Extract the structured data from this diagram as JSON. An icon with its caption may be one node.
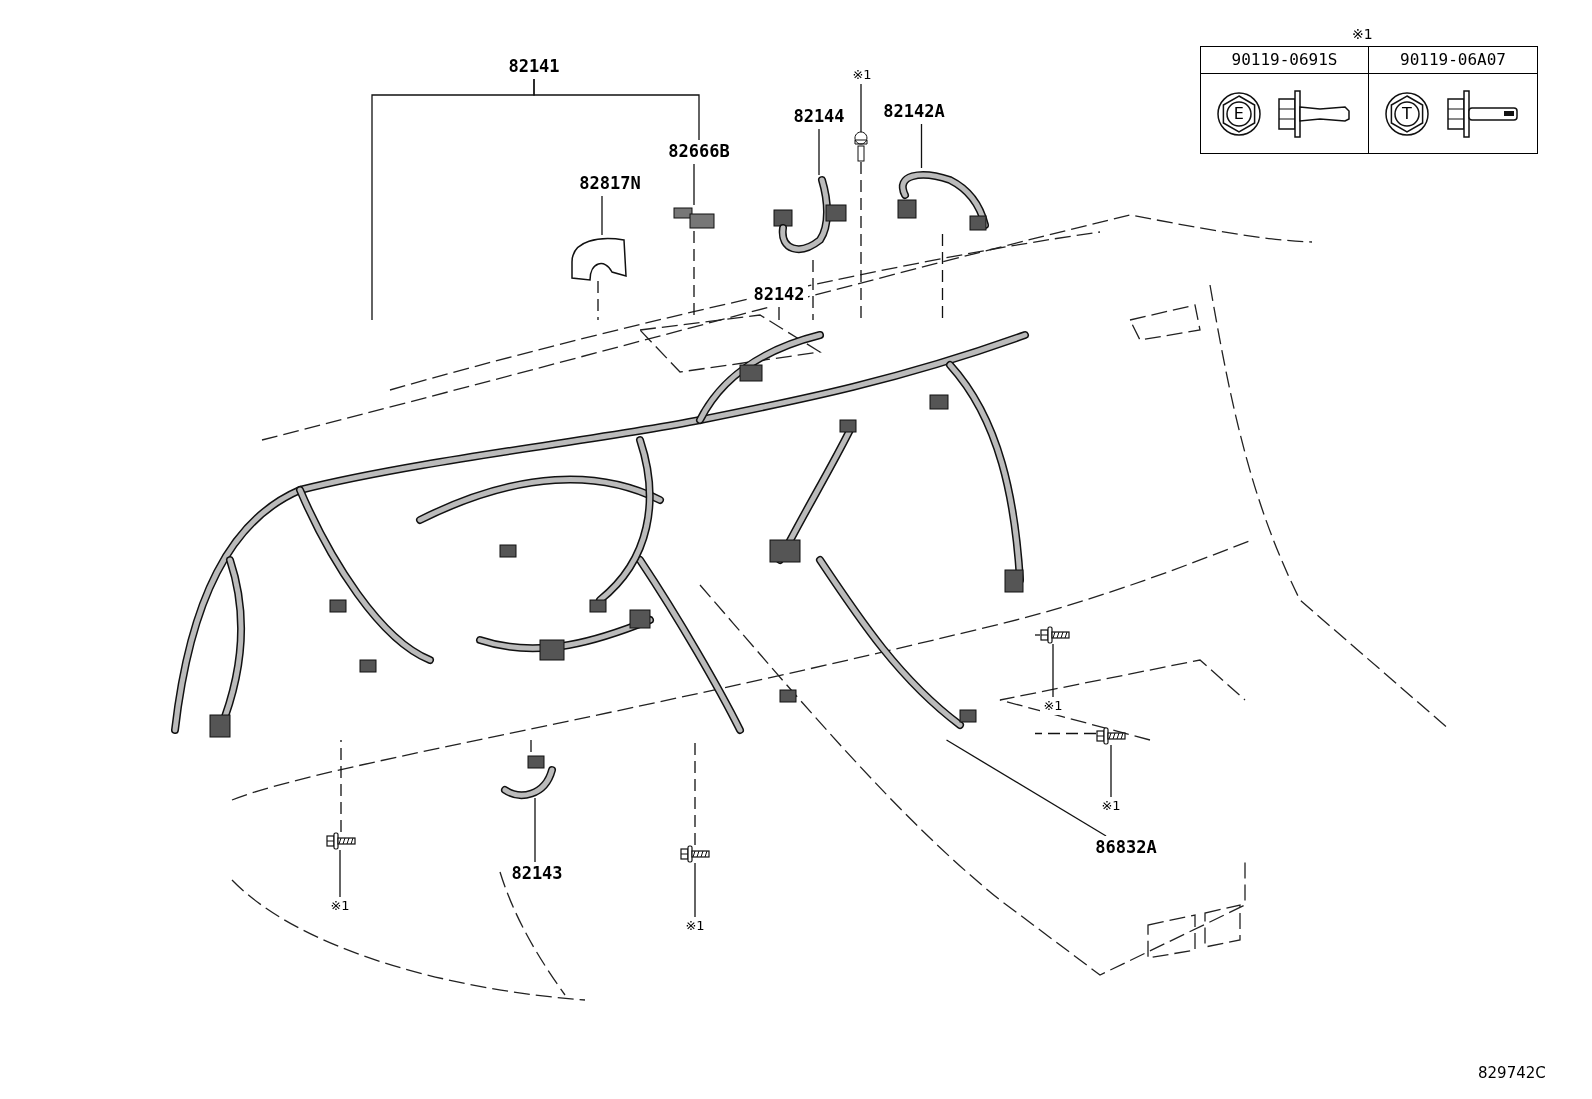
{
  "diagram": {
    "nodes": [
      {
        "text": [
          "82141"
        ]
      },
      {
        "text": [
          "82666B"
        ]
      },
      {
        "text": [
          "82817N"
        ]
      },
      {
        "text": [
          "82144"
        ]
      },
      {
        "text": [
          "82142A"
        ]
      },
      {
        "text": [
          "82142"
        ]
      },
      {
        "text": [
          "82143"
        ]
      },
      {
        "text": [
          "86832A"
        ]
      },
      {
        "text": [
          "※1"
        ]
      },
      {
        "text": [
          "※1"
        ]
      },
      {
        "text": [
          "※1"
        ]
      },
      {
        "text": [
          "※1"
        ]
      },
      {
        "text": [
          "※1"
        ]
      },
      {
        "text": [],
        "shape": "picture"
      },
      {
        "text": [],
        "shape": "picture"
      },
      {
        "text": [],
        "shape": "picture"
      },
      {
        "text": [],
        "shape": "picture"
      },
      {
        "text": [],
        "shape": "picture"
      },
      {
        "text": [],
        "shape": "picture"
      },
      {
        "text": [],
        "shape": "picture"
      },
      {
        "text": [],
        "shape": "picture"
      },
      {
        "text": [],
        "shape": "picture"
      },
      {
        "text": [],
        "shape": "picture"
      },
      {
        "text": [],
        "shape": "picture"
      }
    ],
    "edges": [
      {
        "from": 0,
        "to": 13,
        "arrow": "none"
      },
      {
        "from": 0,
        "to": 1,
        "arrow": "none"
      },
      {
        "from": 1,
        "to": 15,
        "arrow": "none"
      },
      {
        "from": 2,
        "to": 14,
        "arrow": "none"
      },
      {
        "from": 3,
        "to": 16,
        "arrow": "none"
      },
      {
        "from": 4,
        "to": 17,
        "arrow": "none"
      },
      {
        "from": 5,
        "to": 13,
        "arrow": "none"
      },
      {
        "from": 6,
        "to": 18,
        "arrow": "none"
      },
      {
        "from": 7,
        "to": 13,
        "arrow": "none"
      },
      {
        "from": 8,
        "to": 19,
        "arrow": "none"
      },
      {
        "from": 9,
        "to": 20,
        "arrow": "none"
      },
      {
        "from": 10,
        "to": 21,
        "arrow": "none"
      },
      {
        "from": 11,
        "to": 22,
        "arrow": "none"
      },
      {
        "from": 12,
        "to": 23,
        "arrow": "none"
      },
      {
        "from": 14,
        "to": 13,
        "arrow": "none",
        "style": "dashed"
      },
      {
        "from": 15,
        "to": 13,
        "arrow": "none",
        "style": "dashed"
      },
      {
        "from": 16,
        "to": 13,
        "arrow": "none",
        "style": "dashed"
      },
      {
        "from": 17,
        "to": 13,
        "arrow": "none",
        "style": "dashed"
      },
      {
        "from": 19,
        "to": 13,
        "arrow": "none",
        "style": "dashed"
      },
      {
        "from": 18,
        "to": 13,
        "arrow": "none",
        "style": "dashed"
      },
      {
        "from": 20,
        "to": 13,
        "arrow": "none",
        "style": "dashed"
      },
      {
        "from": 21,
        "to": 13,
        "arrow": "none",
        "style": "dashed"
      },
      {
        "from": 22,
        "to": 13,
        "arrow": "none",
        "style": "dashed"
      },
      {
        "from": 23,
        "to": 13,
        "arrow": "none",
        "style": "dashed"
      }
    ],
    "labels": [
      "※1",
      "90119-0691S",
      "90119-06A07",
      "E",
      "T",
      "829742C"
    ]
  }
}
